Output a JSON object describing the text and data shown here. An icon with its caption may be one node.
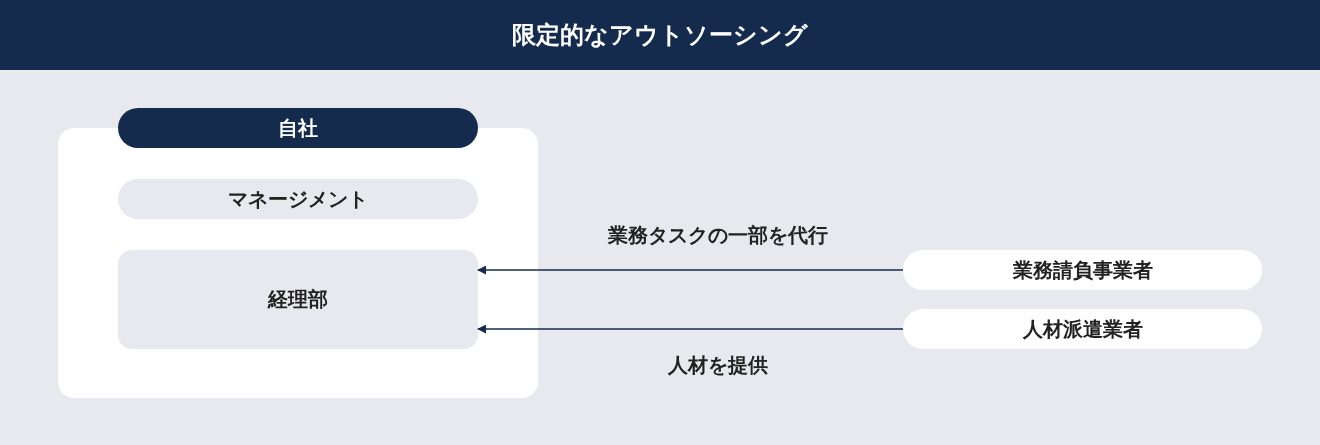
{
  "diagram": {
    "title": "限定的なアウトソーシング",
    "nodes": [
      {
        "text": [
          "自社"
        ]
      },
      {
        "text": [
          "マネージメント"
        ],
        "in": 0
      },
      {
        "text": [
          "経理部"
        ],
        "in": 0
      },
      {
        "text": [
          "業務請負事業者"
        ]
      },
      {
        "text": [
          "人材派遣業者"
        ]
      }
    ],
    "edges": [
      {
        "from": 3,
        "to": 2,
        "arrow": "to",
        "label": "業務タスクの一部を代行"
      },
      {
        "from": 4,
        "to": 2,
        "arrow": "to",
        "label": "人材を提供"
      }
    ]
  }
}
